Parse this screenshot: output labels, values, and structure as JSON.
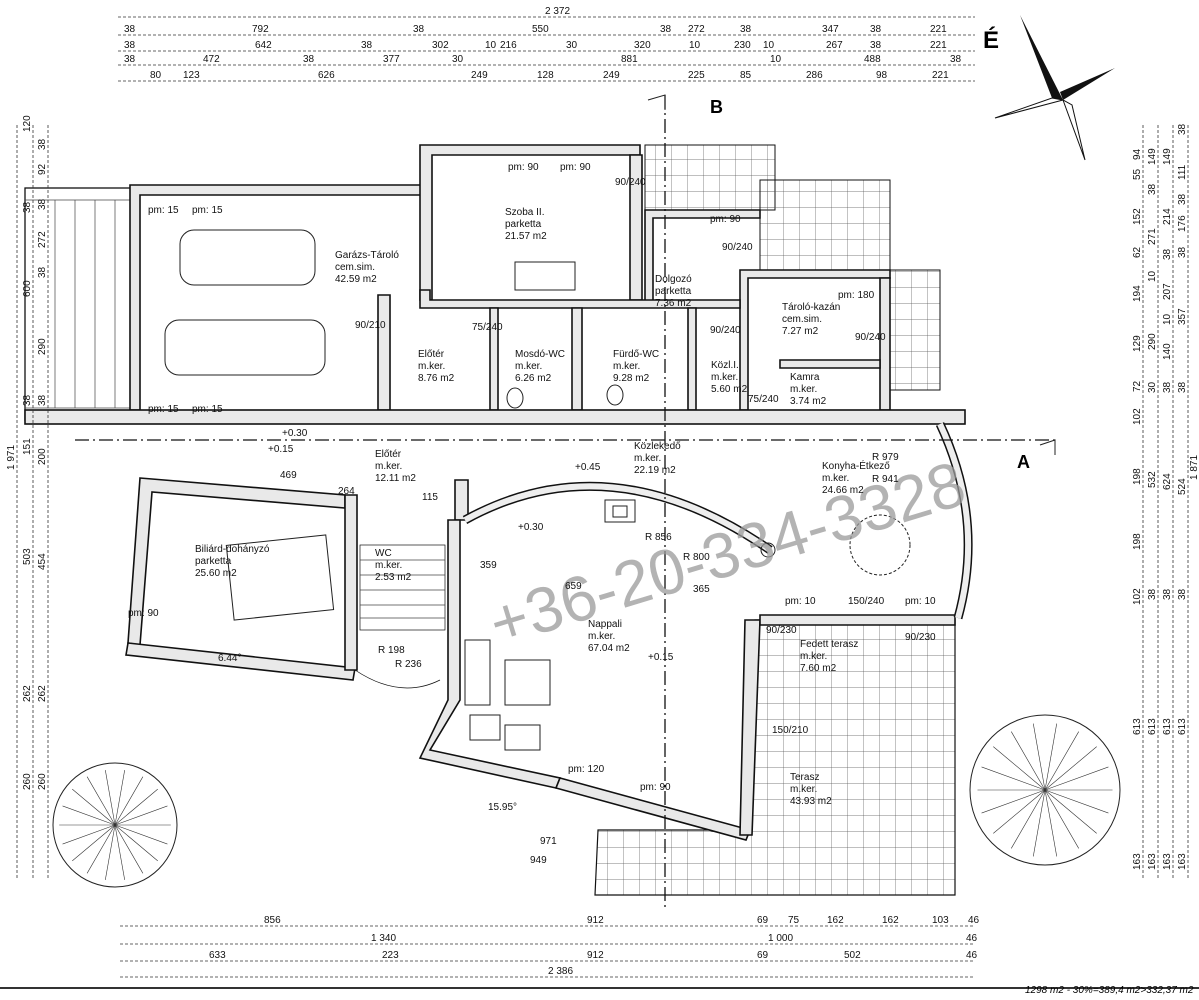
{
  "compass_label": "É",
  "section_markers": {
    "a": "A",
    "b": "B"
  },
  "watermark": "+36-20-334-3328",
  "area_summary": "1298 m2 - 30%=389,4 m2>332,37 m2",
  "rooms": [
    {
      "name": "Garázs-Tároló",
      "floor": "cem.sim.",
      "area": "42.59 m2"
    },
    {
      "name": "Szoba II.",
      "floor": "parketta",
      "area": "21.57 m2"
    },
    {
      "name": "Dolgozó",
      "floor": "parketta",
      "area": "7.36 m2"
    },
    {
      "name": "Tároló-kazán",
      "floor": "cem.sim.",
      "area": "7.27 m2"
    },
    {
      "name": "Előtér",
      "floor": "m.ker.",
      "area": "8.76 m2"
    },
    {
      "name": "Mosdó-WC",
      "floor": "m.ker.",
      "area": "6.26 m2"
    },
    {
      "name": "Fürdő-WC",
      "floor": "m.ker.",
      "area": "9.28 m2"
    },
    {
      "name": "Közl.I.",
      "floor": "m.ker.",
      "area": "5.60 m2"
    },
    {
      "name": "Kamra",
      "floor": "m.ker.",
      "area": "3.74 m2"
    },
    {
      "name": "Előtér",
      "floor": "m.ker.",
      "area": "12.11 m2"
    },
    {
      "name": "Közlekedő",
      "floor": "m.ker.",
      "area": "22.19 m2"
    },
    {
      "name": "Konyha-Étkező",
      "floor": "m.ker.",
      "area": "24.66 m2"
    },
    {
      "name": "Biliárd-dohányzó",
      "floor": "parketta",
      "area": "25.60 m2"
    },
    {
      "name": "WC",
      "floor": "m.ker.",
      "area": "2.53 m2"
    },
    {
      "name": "Nappali",
      "floor": "m.ker.",
      "area": "67.04 m2"
    },
    {
      "name": "Fedett terasz",
      "floor": "m.ker.",
      "area": "7.60 m2"
    },
    {
      "name": "Terasz",
      "floor": "m.ker.",
      "area": "43.93 m2"
    }
  ],
  "dims_top": [
    [
      "2 372"
    ],
    [
      "38",
      "792",
      "38",
      "550",
      "38",
      "272",
      "38",
      "347",
      "38",
      "221"
    ],
    [
      "38",
      "642",
      "38",
      "302",
      "10",
      "216",
      "30",
      "320",
      "10",
      "230",
      "10",
      "267",
      "38",
      "221"
    ],
    [
      "38",
      "472",
      "38",
      "377",
      "30",
      "881",
      "10",
      "488",
      "38"
    ],
    [
      "80",
      "123",
      "626",
      "249",
      "128",
      "249",
      "225",
      "85",
      "286",
      "98",
      "221"
    ]
  ],
  "dims_bottom": [
    [
      "856",
      "912",
      "69",
      "75",
      "162",
      "162",
      "103",
      "46"
    ],
    [
      "1 340",
      "1 000",
      "46"
    ],
    [
      "633",
      "223",
      "912",
      "69",
      "502",
      "46"
    ],
    [
      "2 386"
    ]
  ],
  "dims_left": [
    [
      "1 971"
    ],
    [
      "120",
      "38",
      "600",
      "38",
      "151",
      "503",
      "262",
      "260"
    ],
    [
      "38",
      "92",
      "38",
      "272",
      "38",
      "290",
      "38",
      "200",
      "454",
      "262",
      "260"
    ]
  ],
  "dims_right": [
    [
      "94",
      "55",
      "152",
      "62",
      "194",
      "129",
      "72",
      "102",
      "198",
      "198",
      "102",
      "613",
      "163"
    ],
    [
      "149",
      "38",
      "271",
      "10",
      "290",
      "30",
      "532",
      "38",
      "613",
      "163"
    ],
    [
      "149",
      "214",
      "38",
      "207",
      "10",
      "140",
      "38",
      "624",
      "38",
      "613",
      "163"
    ],
    [
      "38",
      "111",
      "38",
      "176",
      "38",
      "357",
      "38",
      "524",
      "38",
      "613",
      "163"
    ],
    [
      "1 871"
    ]
  ],
  "annotations": [
    "pm: 90",
    "pm: 90",
    "90/240",
    "pm: 90",
    "90/240",
    "pm: 180",
    "90/240",
    "90/210",
    "75/240",
    "90/240",
    "75/240",
    "pm: 15",
    "pm: 15",
    "pm: 15",
    "pm: 15",
    "+0.30",
    "+0.15",
    "+0.45",
    "+0.30",
    "+0.15",
    "R 979",
    "R 941",
    "R 856",
    "R 800",
    "R 198",
    "R 236",
    "pm: 10",
    "pm: 10",
    "pm: 120",
    "pm: 90",
    "150/240",
    "469",
    "264",
    "115",
    "359",
    "659",
    "365",
    "6.44°",
    "15.95°",
    "971",
    "949",
    "pm: 90",
    "90/230",
    "90/230",
    "150/210"
  ]
}
